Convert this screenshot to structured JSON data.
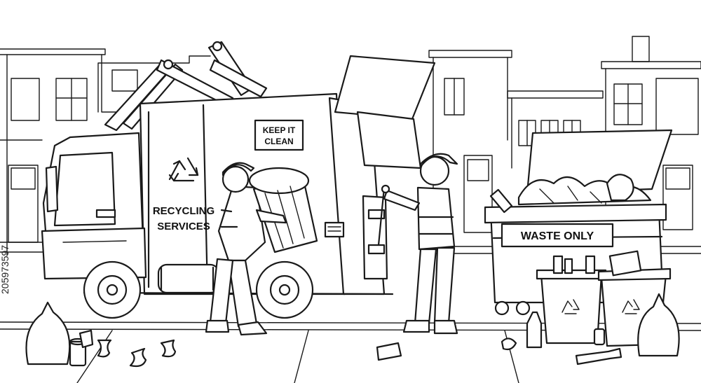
{
  "truck_side_sign": {
    "line1": "RECYCLING",
    "line2": "SERVICES"
  },
  "hopper_sign": {
    "line1": "KEEP IT",
    "line2": "CLEAN"
  },
  "dumpster_sign": "WASTE ONLY",
  "stock_id": "205973597",
  "icons": [
    "recycle-icon",
    "trash-bag-icon",
    "bottle-icon",
    "can-icon",
    "apple-core-icon"
  ],
  "palette": {
    "ink": "#1a1a1a",
    "paper": "#ffffff"
  }
}
